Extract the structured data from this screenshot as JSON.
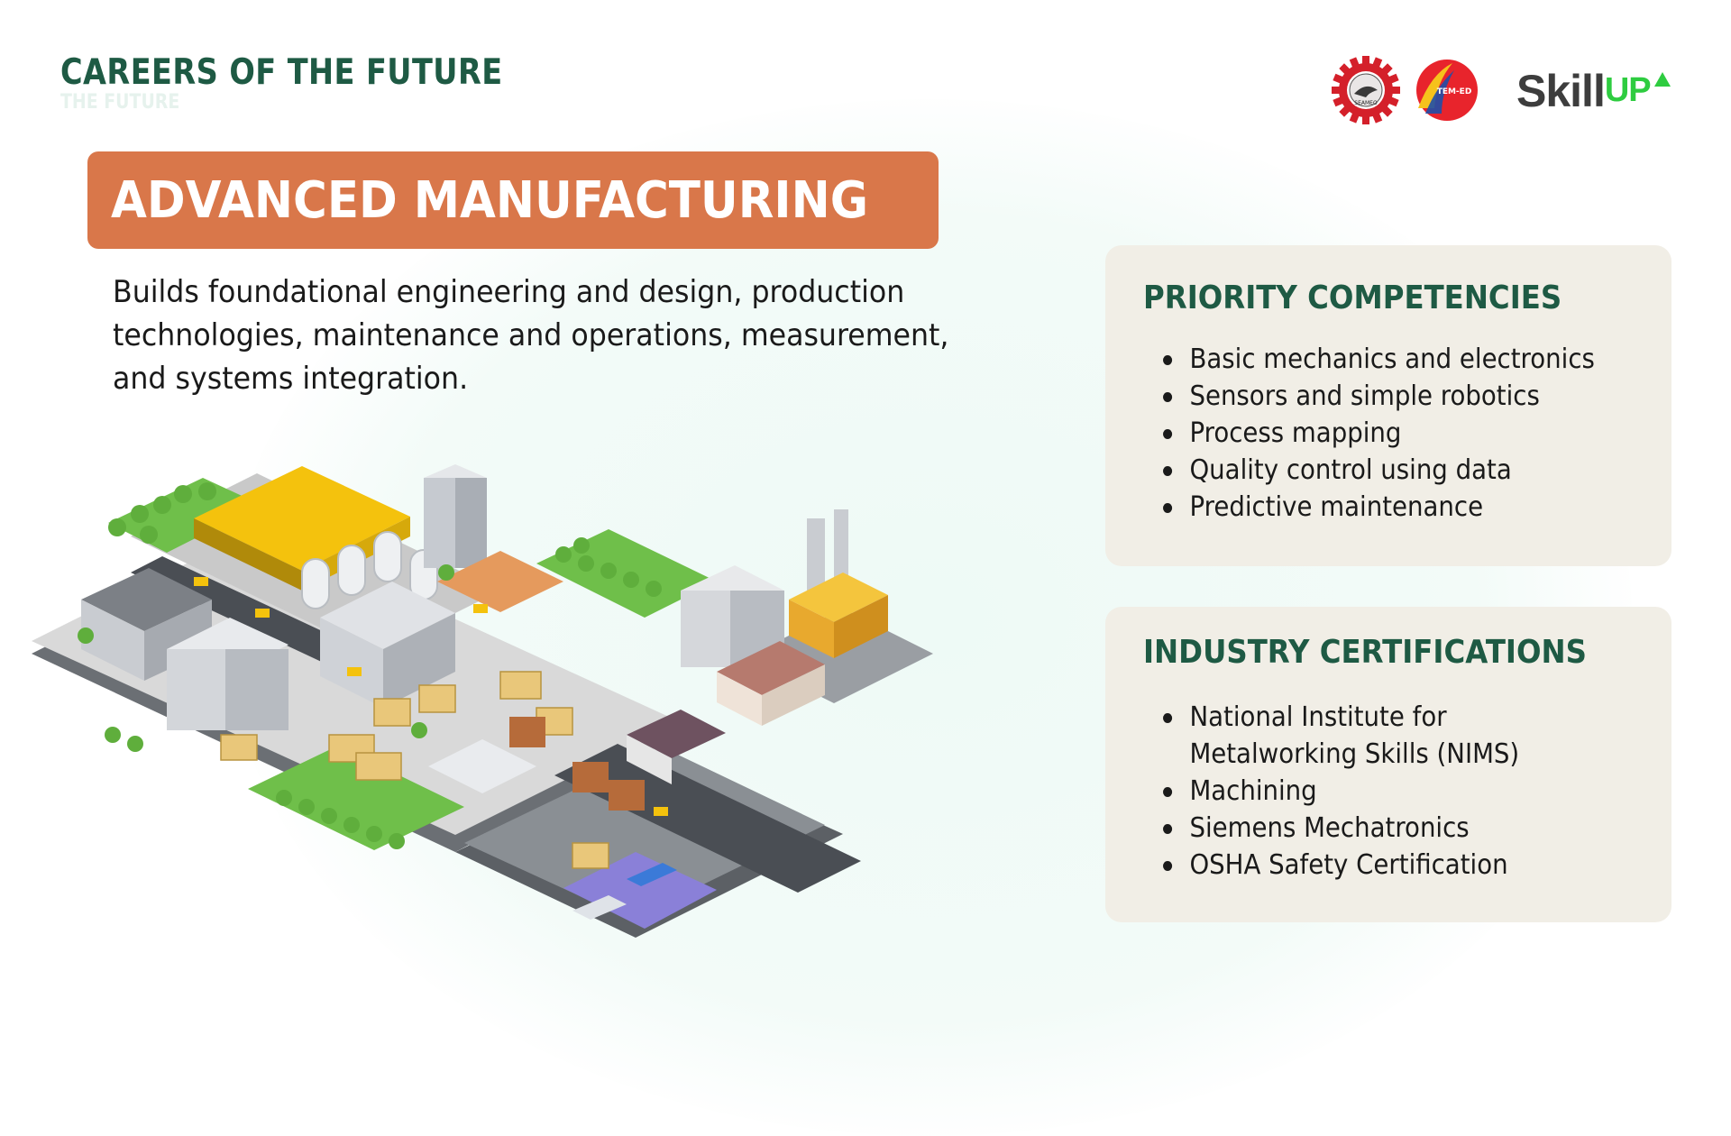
{
  "header": {
    "eyebrow": "CAREERS OF THE FUTURE",
    "eyebrow_echo": "THE FUTURE",
    "logos": {
      "seameo_text": "SEAMEO",
      "temed_text": "TEM-ED",
      "skillup_skill": "Skill",
      "skillup_up": "UP"
    }
  },
  "title": "ADVANCED MANUFACTURING",
  "description": "Builds foundational engineering and design, production technologies, maintenance and operations, measurement, and systems integration.",
  "priority_competencies": {
    "heading": "PRIORITY COMPETENCIES",
    "items": [
      "Basic mechanics and electronics",
      "Sensors and simple robotics",
      "Process mapping",
      "Quality control using data",
      "Predictive maintenance"
    ]
  },
  "industry_certifications": {
    "heading": "INDUSTRY CERTIFICATIONS",
    "items": [
      {
        "line1": "National Institute for",
        "line2": "Metalworking Skills (NIMS)"
      },
      {
        "line1": "Machining",
        "line2": ""
      },
      {
        "line1": "Siemens Mechatronics",
        "line2": ""
      },
      {
        "line1": "OSHA Safety Certification",
        "line2": ""
      }
    ]
  },
  "colors": {
    "brand_green": "#1e5a44",
    "banner_orange": "#d9774a",
    "card_bg": "#f1eee6",
    "skillup_green": "#2ecc40"
  },
  "illustration": "isometric-factory-city-illustration"
}
